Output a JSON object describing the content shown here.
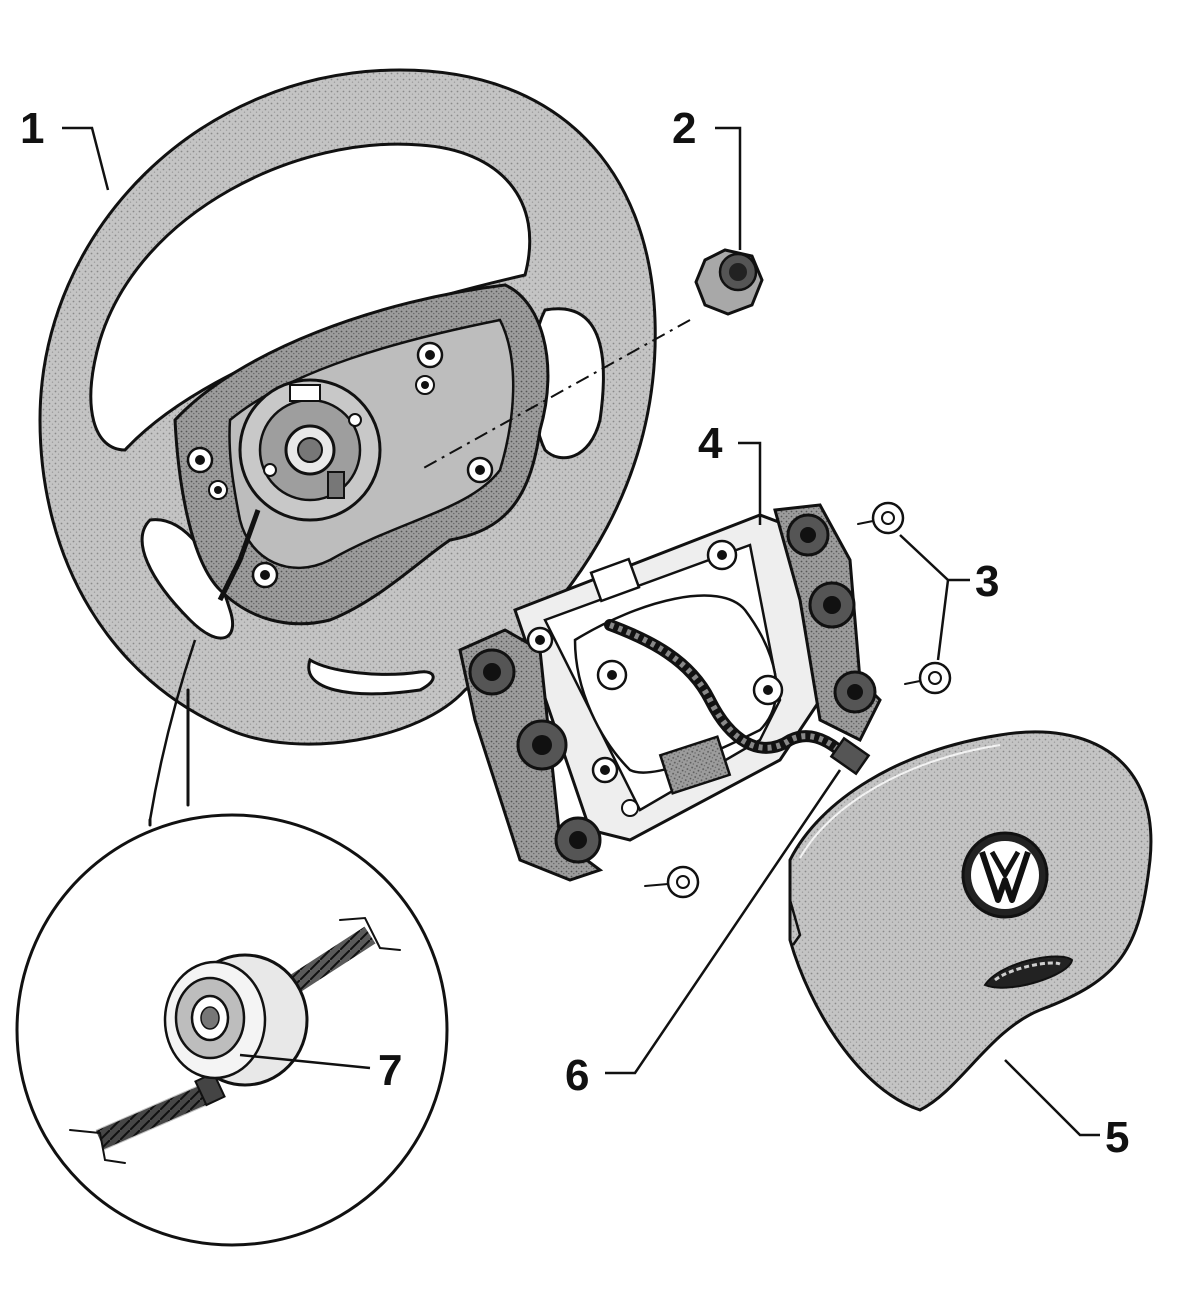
{
  "callouts": [
    {
      "id": "1",
      "label": "1"
    },
    {
      "id": "2",
      "label": "2"
    },
    {
      "id": "3",
      "label": "3"
    },
    {
      "id": "4",
      "label": "4"
    },
    {
      "id": "5",
      "label": "5"
    },
    {
      "id": "6",
      "label": "6"
    },
    {
      "id": "7",
      "label": "7"
    }
  ],
  "colors": {
    "ink": "#111111",
    "shade": "#bdbdbd",
    "shade_dark": "#8c8c8c",
    "paper": "#ffffff"
  },
  "icons": {
    "steering_wheel": "steering-wheel-icon",
    "nut": "hex-nut-icon",
    "screw": "screw-icon",
    "bracket": "button-bracket-icon",
    "airbag": "airbag-unit-icon",
    "logo": "vw-logo-icon",
    "wiring": "wiring-harness-icon",
    "detail": "connector-detail-icon"
  }
}
